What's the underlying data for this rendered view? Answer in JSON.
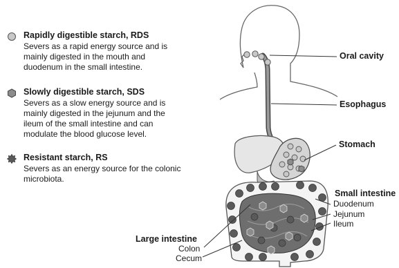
{
  "legend": [
    {
      "title": "Rapidly digestible starch, RDS",
      "desc": "Severs as a rapid energy source and is mainly digested in the mouth and duodenum in the small intestine."
    },
    {
      "title": "Slowly digestible starch, SDS",
      "desc": "Severs as a slow energy source and is mainly digested in the jejunum and the ileum of the small intestine and can modulate the blood glucose level."
    },
    {
      "title": "Resistant starch, RS",
      "desc": "Severs as an energy source for the colonic microbiota."
    }
  ],
  "labels": {
    "oral_cavity": "Oral cavity",
    "esophagus": "Esophagus",
    "stomach": "Stomach",
    "small_intestine": "Small intestine",
    "duodenum": "Duodenum",
    "jejunum": "Jejunum",
    "ileum": "Ileum",
    "large_intestine": "Large intestine",
    "colon": "Colon",
    "cecum": "Cecum"
  },
  "colors": {
    "rds": "#c8c8c8",
    "sds": "#8c8c8c",
    "rs": "#5a5a5a",
    "tract": "#9a9a9a",
    "organ": "#e6e6e6"
  }
}
